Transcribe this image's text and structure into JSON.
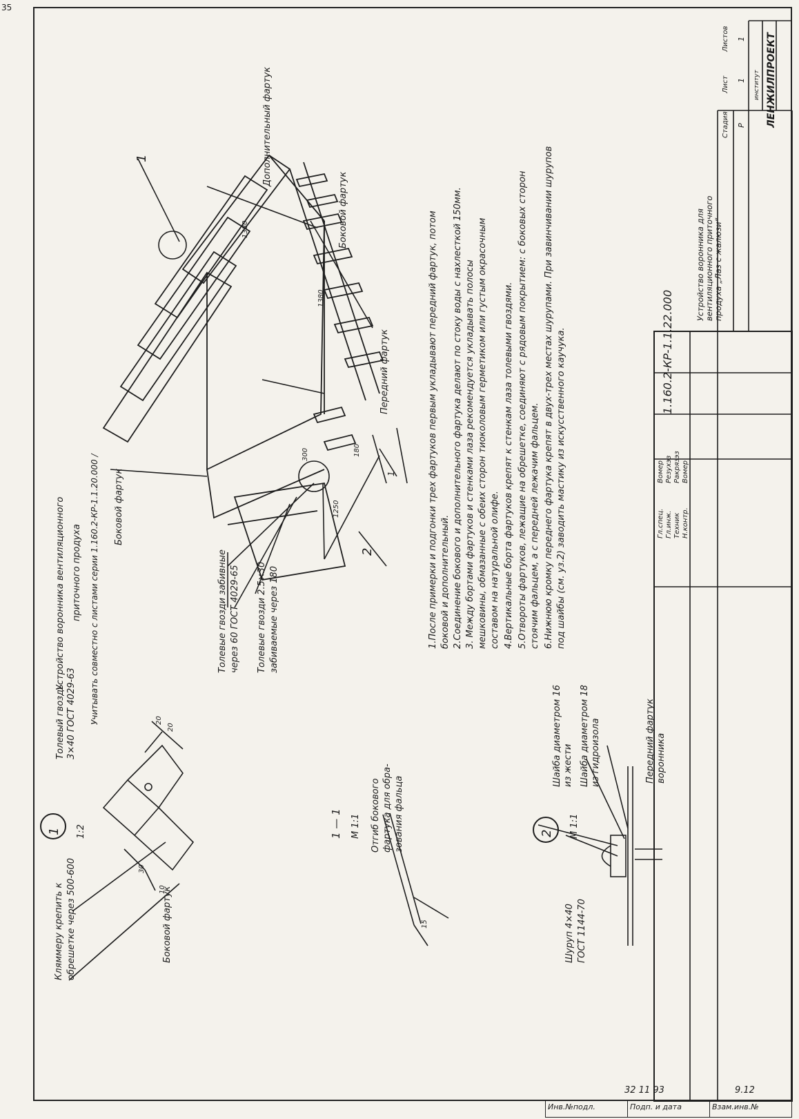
{
  "sheet_number_corner": "35",
  "title_block": {
    "designation": "1.160.2-КР-1.1.22.000",
    "title_line1": "Устройство воронника для",
    "title_line2": "вентиляционного приточного",
    "title_line3": "продуха „Лаз с жалюзи“",
    "stage_header": "Стадия",
    "sheet_header": "Лист",
    "sheets_header": "Листов",
    "stage": "Р",
    "sheet": "1",
    "sheets": "1",
    "institute_label": "институт",
    "institute": "ЛЕНЖИЛПРОЕКТ",
    "roles": [
      "Гл.спец.",
      "Гл.инж.",
      "Техник",
      "Н.контр."
    ],
    "names": [
      "Вомер",
      "Резухэз",
      "Ракрязэз",
      "Вомер"
    ]
  },
  "main_title": {
    "line1": "Устройство воронника вентиляционного",
    "line2": "приточного продуха",
    "note": "Учитывать совместно с листами серии 1.160.2-КР-1.1.20.000 /"
  },
  "labels": {
    "side_apron_top": "Боковой фартук",
    "additional_apron": "Дополнительный фартук",
    "side_apron_right": "Боковой фартук",
    "front_apron": "Передний фартук",
    "callout_1": "1",
    "callout_2": "2",
    "dim_1380_a": "1380",
    "dim_1380_b": "1380",
    "dim_1250": "1250",
    "dim_300": "300",
    "dim_180": "180",
    "dim_section": "1",
    "nails_1": "Толевые гвозди забивные",
    "nails_1b": "через 60   ГОСТ 4029-65",
    "nails_2": "Толевые гвозди 2.5×30",
    "nails_2b": "забиваемые через 180"
  },
  "detail1": {
    "num": "1",
    "scale": "1:2",
    "nail": "Толевый гвоздь",
    "nail_spec": "3×40   ГОСТ 4029-63",
    "clamp_line1": "Кляммеру крепить к",
    "clamp_line2": "обрешетке через 500-600",
    "side_apron": "Боковой фартук",
    "dim_20": "20",
    "dim_20b": "20",
    "dim_30": "30",
    "dim_10": "10"
  },
  "section11": {
    "title": "1 — 1",
    "scale": "М 1:1",
    "line1": "Отгиб бокового",
    "line2": "фартука для обра-",
    "line3": "зования фальца",
    "dim_15": "15"
  },
  "detail2": {
    "num": "2",
    "scale": "М 1:1",
    "washer1": "Шайба диаметром 16",
    "washer1b": "из жести",
    "washer2": "Шайба диаметром 18",
    "washer2b": "из гидроизола",
    "front_apron": "Передний фартук",
    "front_apron_b": "воронника",
    "screw": "Шуруп 4×40",
    "screw_b": "ГОСТ 1144-70"
  },
  "notes": [
    "1.После примерки и подгонки трех фартуков первым укладывают передний фартук, потом",
    "боковой и дополнительный.",
    "2.Соединение бокового и дополнительного фартука делают по стоку воды с нахлесткой 150мм.",
    "3. Между бортами фартуков и стенками лаза рекомендуется укладывать полосы",
    "мешковины, обмазанные с обеих сторон тиоколовым герметиком или густым окрасочным",
    "составом на натуральной олифе.",
    "4.Вертикальные борта фартуков крепят к стенкам лаза толевыми гвоздями.",
    "5.Отвороты фартуков, лежащие на обрешетке, соединяют с рядовым покрытием: с боковых сторон",
    "стоячим фальцем, а с передней лежачим фальцем.",
    "6.Нижнюю кромку переднего фартука крепят в двух-трех местах шурупами. При завинчивании шурупов",
    "под шайбы (см. уз.2) заводить мастику из искусственного каучука."
  ],
  "bottom_strip": [
    "Инв.№подл.",
    "Подп. и дата",
    "Взам.инв.№"
  ],
  "bottom_strip_values": [
    "32 11 93",
    "9.12"
  ]
}
